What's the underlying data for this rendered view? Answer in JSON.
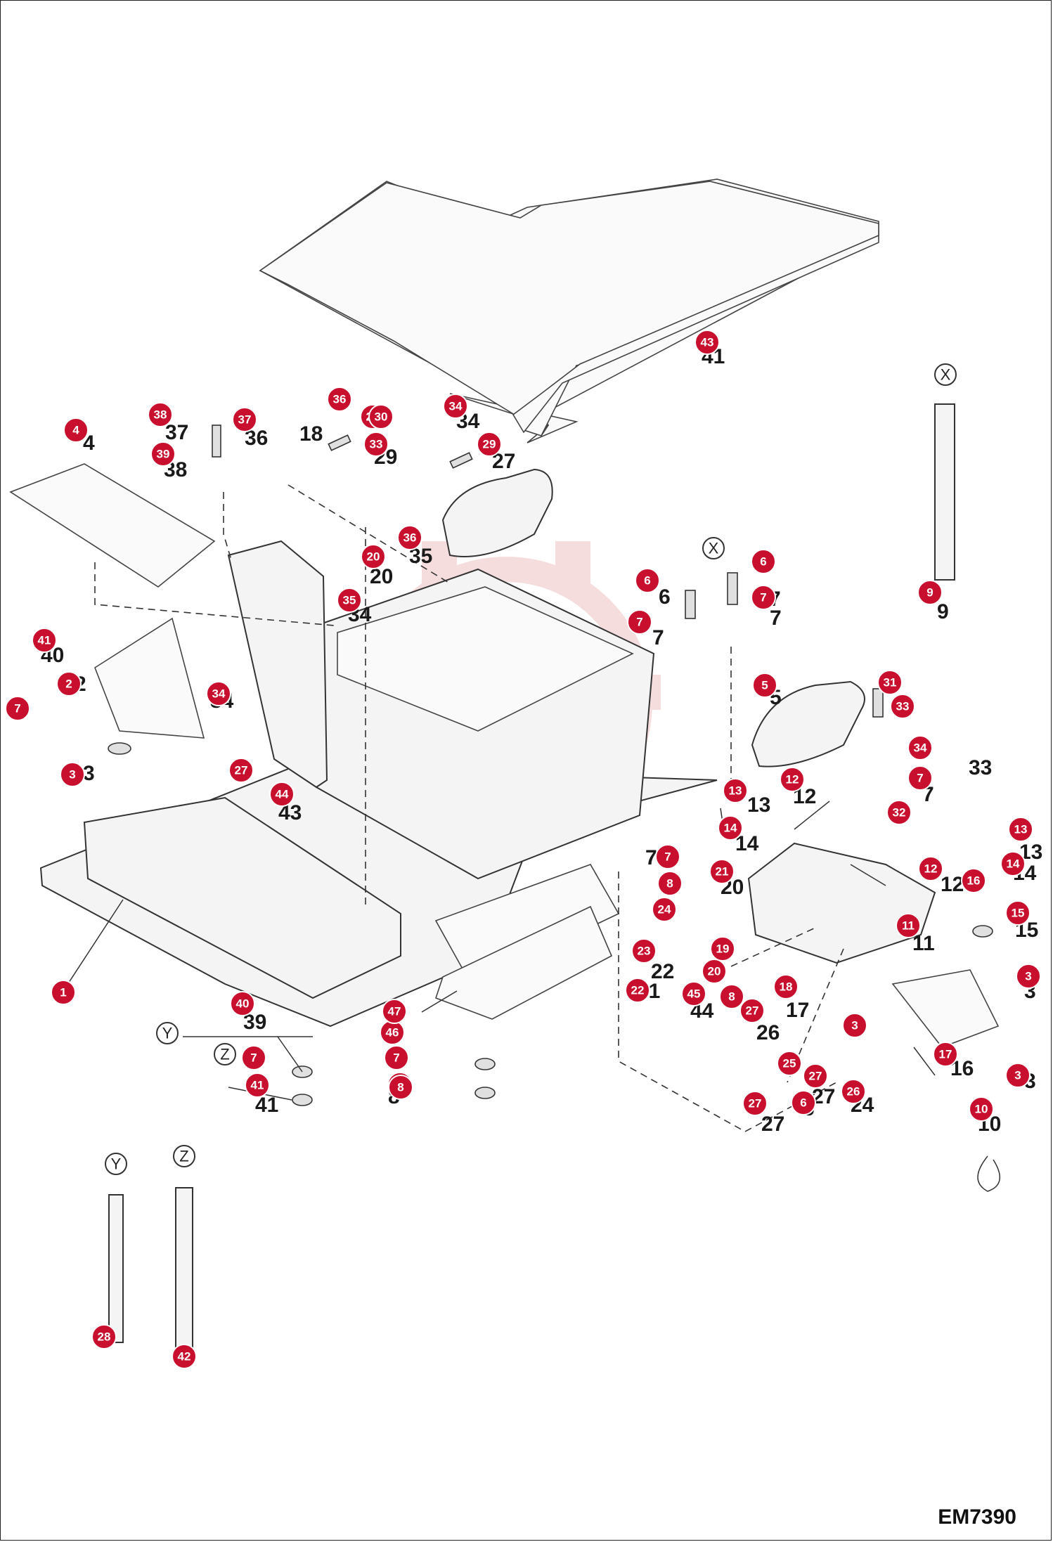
{
  "drawing_code": "EM7390",
  "reference_markers": [
    "X",
    "Y",
    "Z"
  ],
  "colors": {
    "callout": "#c8102e",
    "line": "#333333",
    "watermark": "#e8a0a0"
  },
  "callouts": [
    {
      "n": "1"
    },
    {
      "n": "2"
    },
    {
      "n": "3"
    },
    {
      "n": "3"
    },
    {
      "n": "3"
    },
    {
      "n": "3"
    },
    {
      "n": "4"
    },
    {
      "n": "5"
    },
    {
      "n": "6"
    },
    {
      "n": "6"
    },
    {
      "n": "6"
    },
    {
      "n": "7"
    },
    {
      "n": "7"
    },
    {
      "n": "7"
    },
    {
      "n": "7"
    },
    {
      "n": "7"
    },
    {
      "n": "7"
    },
    {
      "n": "7"
    },
    {
      "n": "7"
    },
    {
      "n": "8"
    },
    {
      "n": "8"
    },
    {
      "n": "8"
    },
    {
      "n": "9"
    },
    {
      "n": "10"
    },
    {
      "n": "11"
    },
    {
      "n": "12"
    },
    {
      "n": "12"
    },
    {
      "n": "13"
    },
    {
      "n": "13"
    },
    {
      "n": "14"
    },
    {
      "n": "14"
    },
    {
      "n": "15"
    },
    {
      "n": "16"
    },
    {
      "n": "17"
    },
    {
      "n": "18"
    },
    {
      "n": "19"
    },
    {
      "n": "20"
    },
    {
      "n": "20"
    },
    {
      "n": "20"
    },
    {
      "n": "21"
    },
    {
      "n": "22"
    },
    {
      "n": "23"
    },
    {
      "n": "24"
    },
    {
      "n": "25"
    },
    {
      "n": "26"
    },
    {
      "n": "27"
    },
    {
      "n": "27"
    },
    {
      "n": "27"
    },
    {
      "n": "27"
    },
    {
      "n": "28"
    },
    {
      "n": "29"
    },
    {
      "n": "30"
    },
    {
      "n": "31"
    },
    {
      "n": "32"
    },
    {
      "n": "33"
    },
    {
      "n": "33"
    },
    {
      "n": "34"
    },
    {
      "n": "34"
    },
    {
      "n": "34"
    },
    {
      "n": "35"
    },
    {
      "n": "36"
    },
    {
      "n": "36"
    },
    {
      "n": "37"
    },
    {
      "n": "38"
    },
    {
      "n": "39"
    },
    {
      "n": "40"
    },
    {
      "n": "41"
    },
    {
      "n": "41"
    },
    {
      "n": "42"
    },
    {
      "n": "43"
    },
    {
      "n": "44"
    },
    {
      "n": "45"
    },
    {
      "n": "46"
    },
    {
      "n": "47"
    }
  ],
  "part_numbers": [
    "1",
    "2",
    "3",
    "3",
    "3",
    "4",
    "5",
    "6",
    "6",
    "7",
    "7",
    "7",
    "7",
    "7",
    "7",
    "8",
    "9",
    "10",
    "11",
    "12",
    "12",
    "13",
    "13",
    "14",
    "14",
    "15",
    "16",
    "17",
    "18",
    "20",
    "20",
    "21",
    "22",
    "24",
    "26",
    "27",
    "27",
    "27",
    "29",
    "33",
    "34",
    "34",
    "34",
    "35",
    "36",
    "37",
    "38",
    "39",
    "40",
    "41",
    "41",
    "43",
    "44",
    "45"
  ]
}
